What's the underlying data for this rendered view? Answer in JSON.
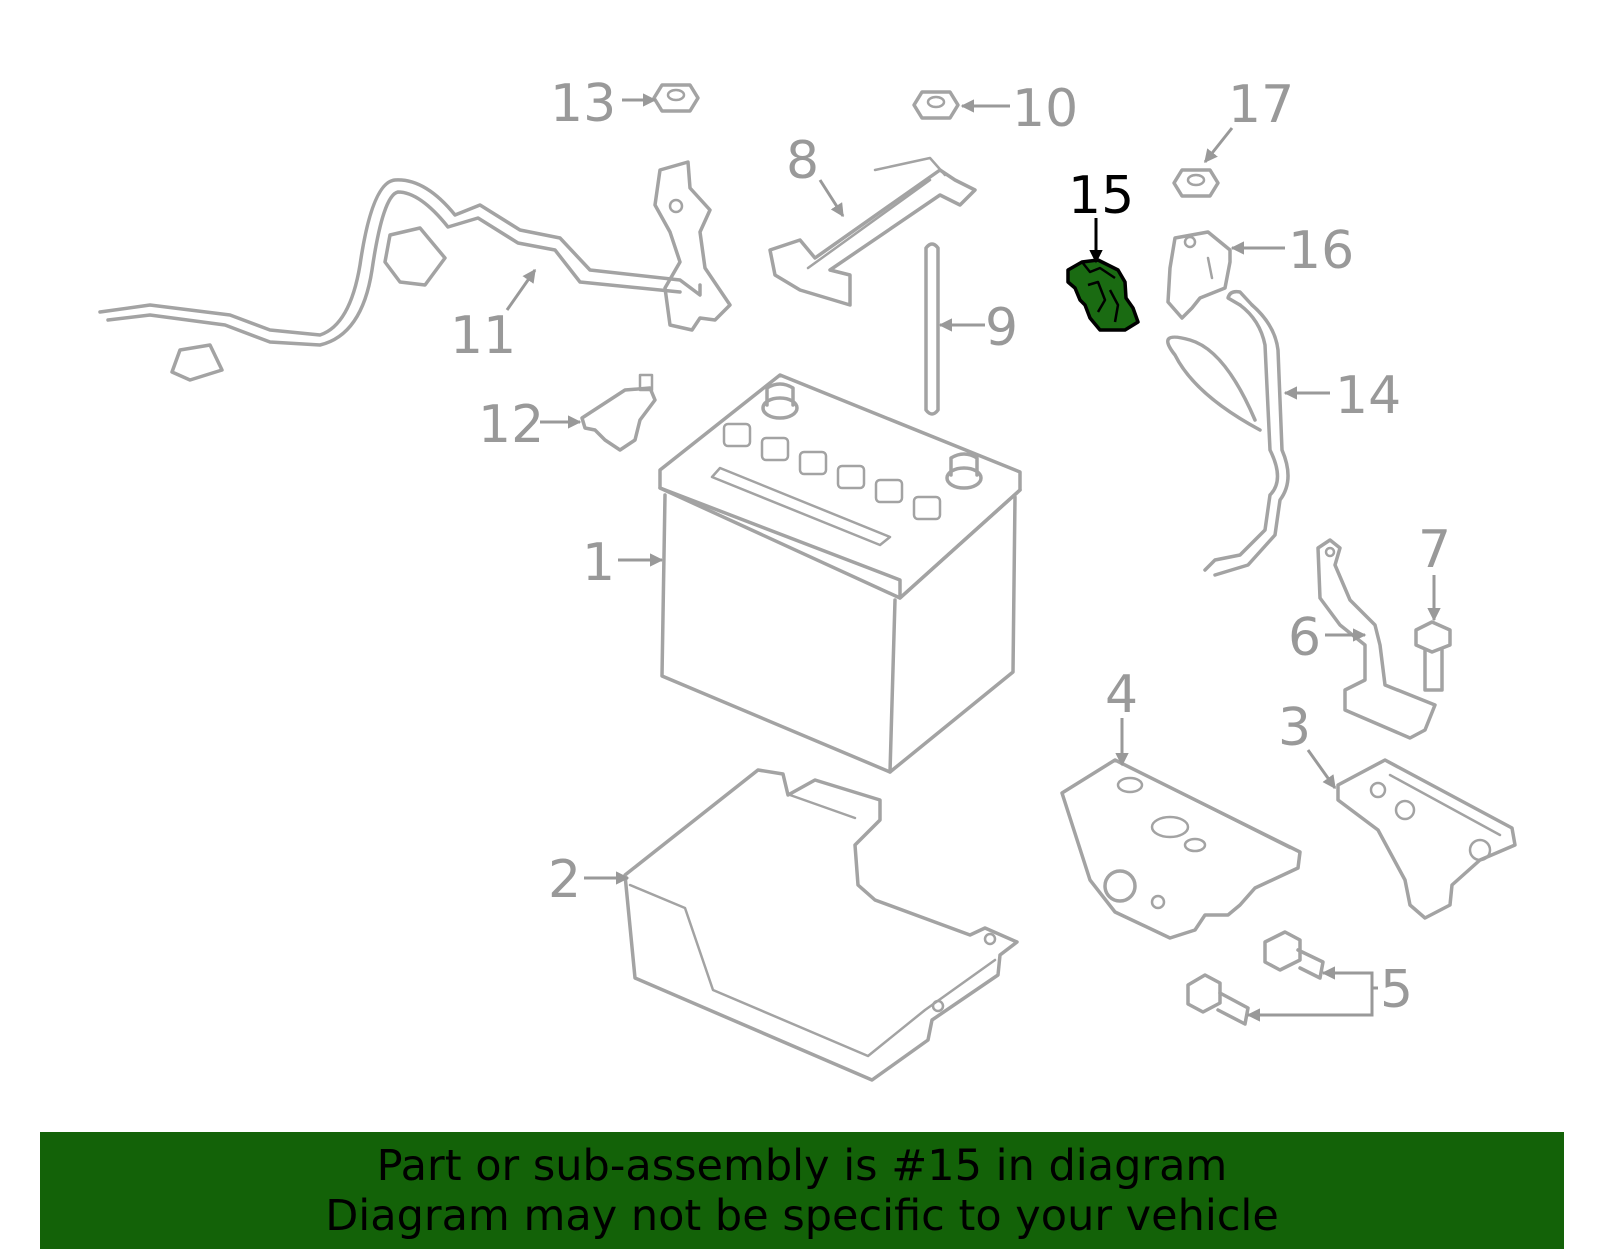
{
  "diagram": {
    "highlight_color": "#1a6b12",
    "callouts": {
      "c1": "1",
      "c2": "2",
      "c3": "3",
      "c4": "4",
      "c5": "5",
      "c6": "6",
      "c7": "7",
      "c8": "8",
      "c9": "9",
      "c10": "10",
      "c11": "11",
      "c12": "12",
      "c13": "13",
      "c14": "14",
      "c15": "15",
      "c16": "16",
      "c17": "17"
    },
    "highlighted_part": "15"
  },
  "banner": {
    "background": "#136208",
    "line1": "Part or sub-assembly is #15 in diagram",
    "line2": "Diagram may not be specific to your vehicle"
  }
}
